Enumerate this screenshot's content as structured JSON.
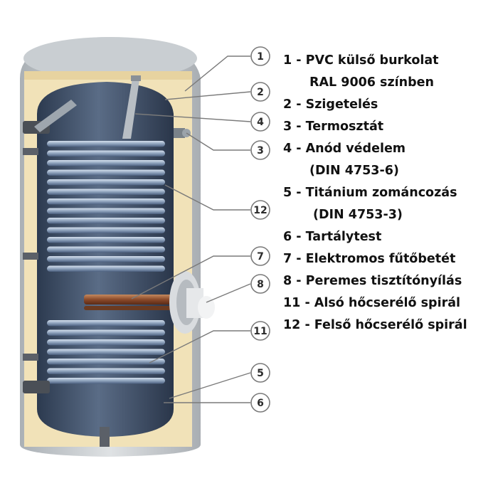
{
  "callouts": [
    {
      "num": "1"
    },
    {
      "num": "2"
    },
    {
      "num": "4"
    },
    {
      "num": "3"
    },
    {
      "num": "12"
    },
    {
      "num": "7"
    },
    {
      "num": "8"
    },
    {
      "num": "11"
    },
    {
      "num": "5"
    },
    {
      "num": "6"
    }
  ],
  "legend": [
    {
      "line1": "1 - PVC külső burkolat",
      "line2": "RAL 9006 színben"
    },
    {
      "line1": "2 - Szigetelés"
    },
    {
      "line1": "3 - Termosztát"
    },
    {
      "line1": "4 - Anód védelem",
      "line2": "(DIN 4753-6)"
    },
    {
      "line1": "5 - Titánium zománcozás",
      "line2": "(DIN 4753-3)"
    },
    {
      "line1": "6 - Tartálytest"
    },
    {
      "line1": "7 - Elektromos fűtőbetét"
    },
    {
      "line1": "8 - Peremes tisztítónyílás"
    },
    {
      "line1": "11 - Alsó hőcserélő spirál"
    },
    {
      "line1": "12 - Felső hőcserélő spirál"
    }
  ],
  "colors": {
    "casing": "#cfd3d6",
    "insulation": "#f1e2b8",
    "tank": "#3d4f66",
    "coil": "#9fb1c8",
    "callout_line": "#7a7a7a",
    "heater": "#8b4a2a"
  }
}
